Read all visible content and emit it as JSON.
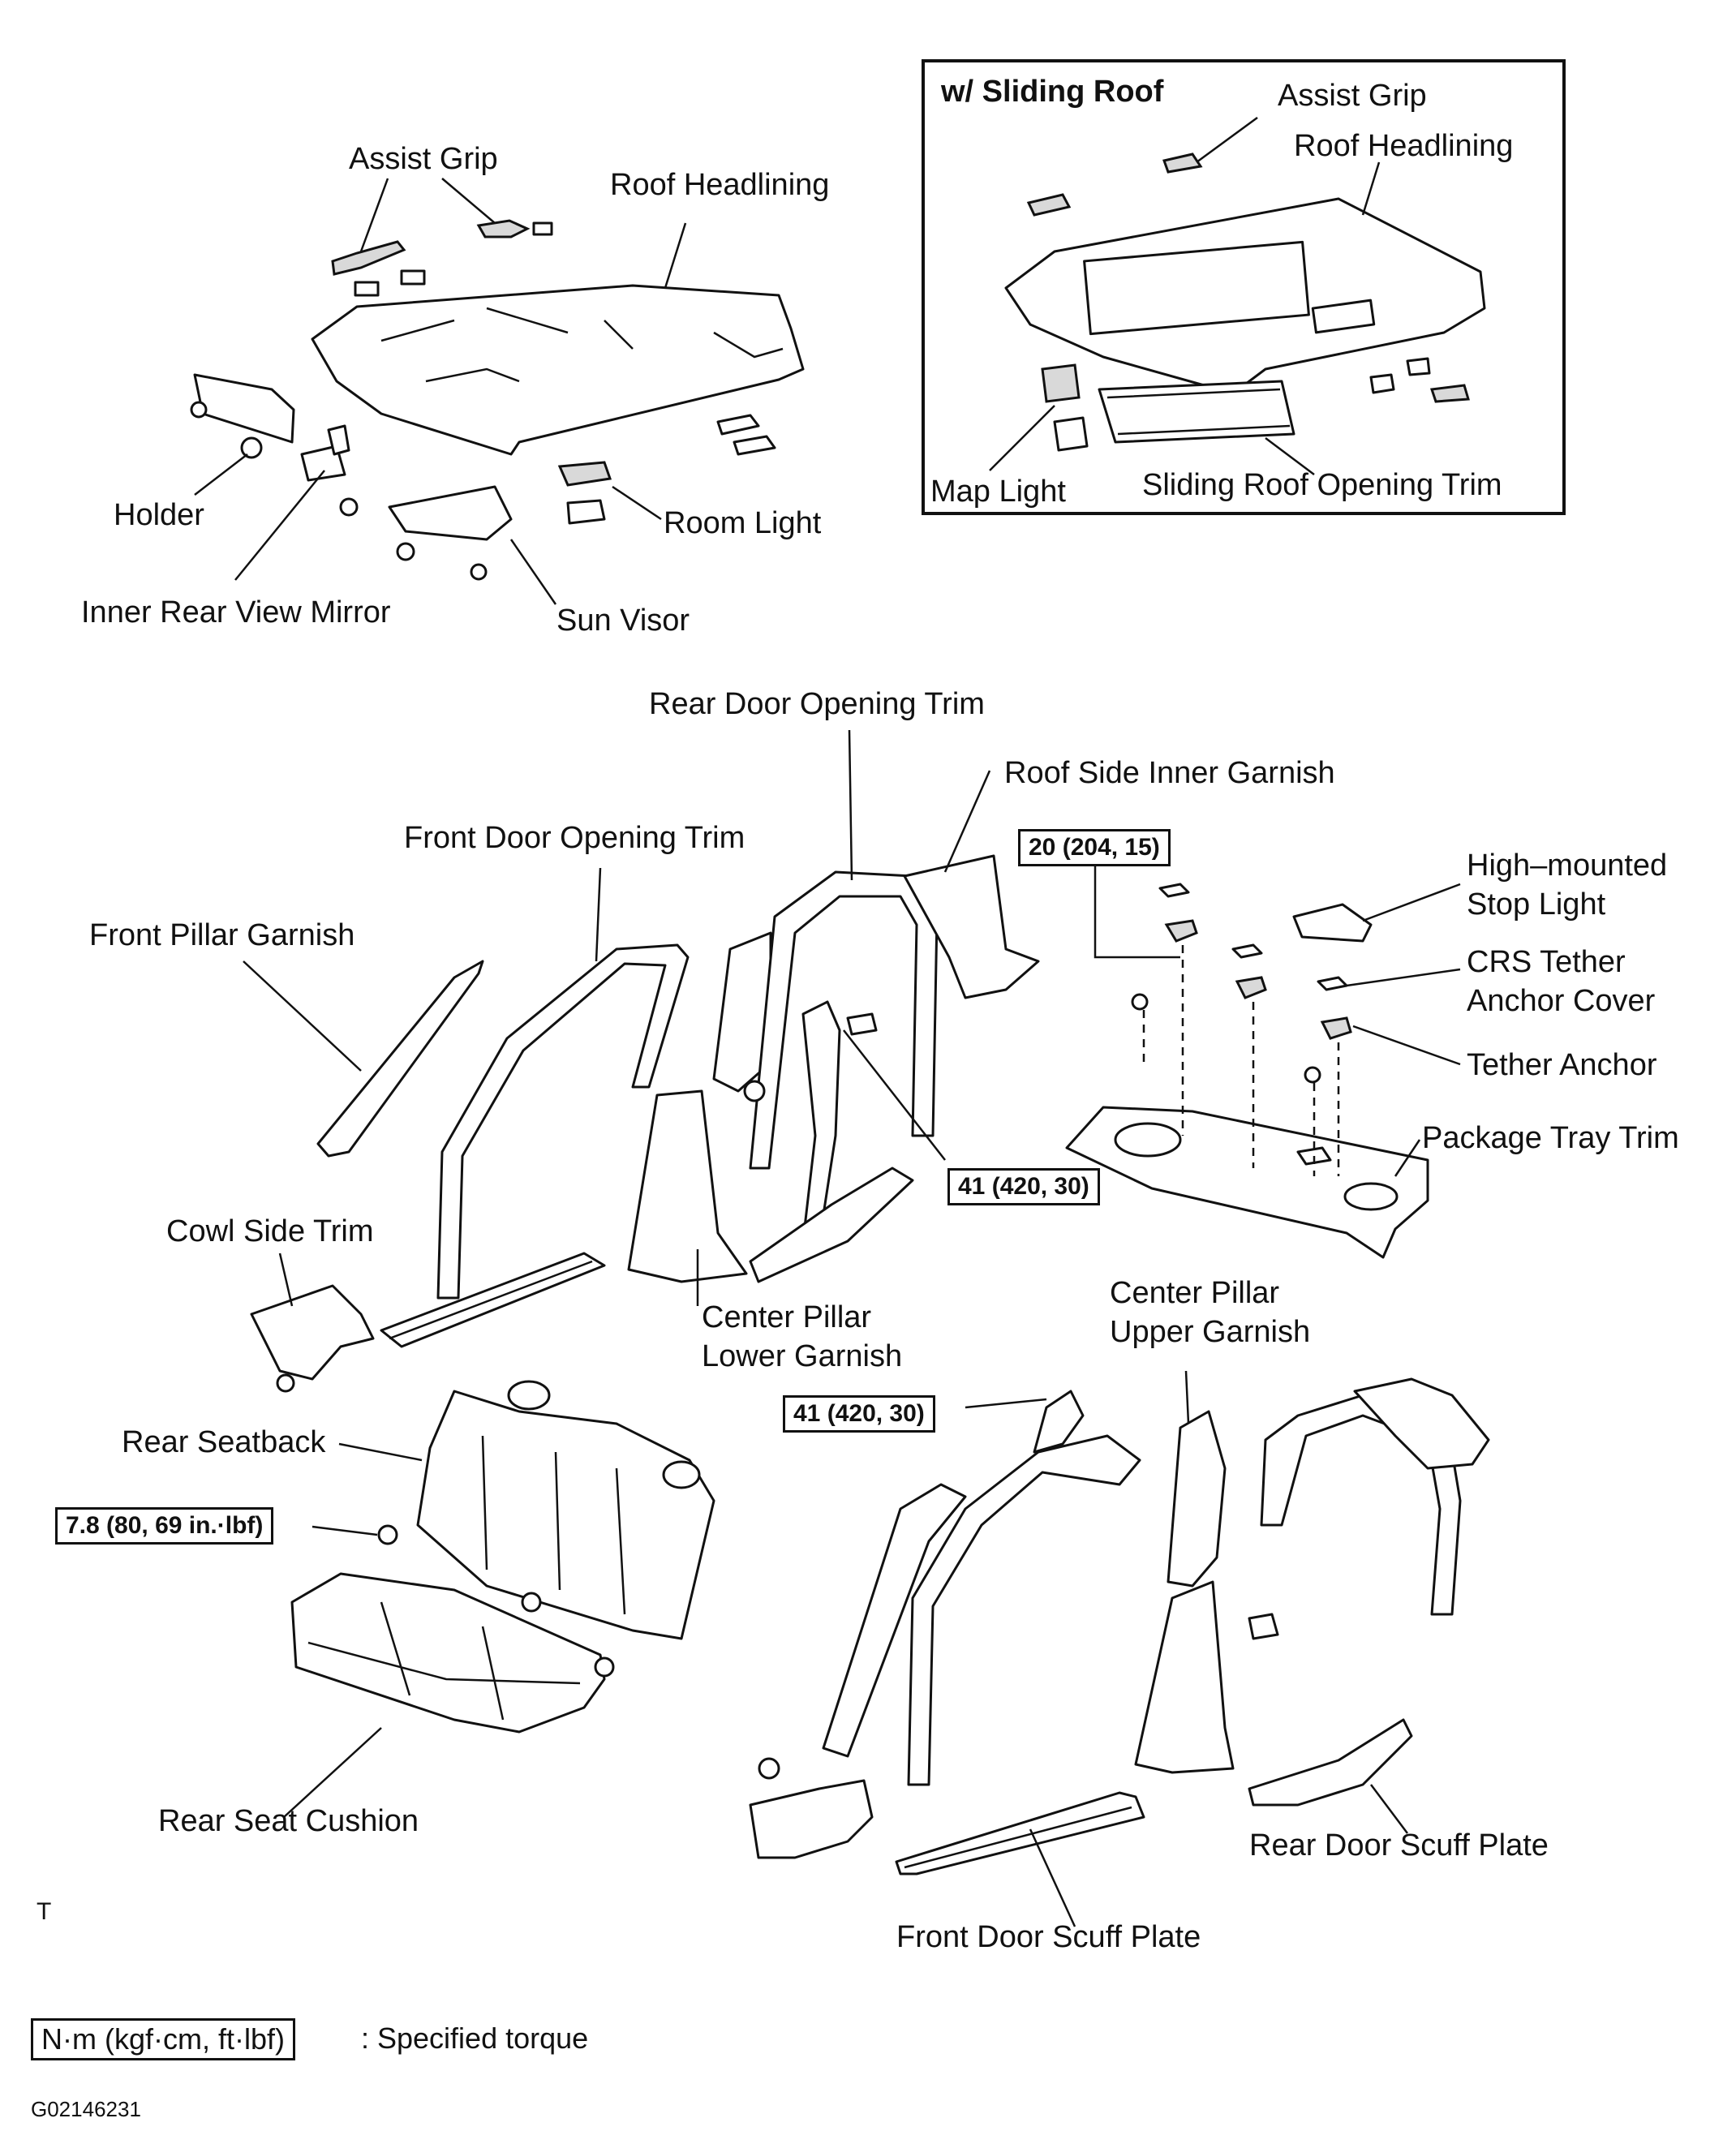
{
  "inset": {
    "title": "w/ Sliding Roof"
  },
  "labels": {
    "assist_grip": "Assist Grip",
    "roof_headlining": "Roof Headlining",
    "holder": "Holder",
    "room_light": "Room Light",
    "inner_rear_view_mirror": "Inner Rear View Mirror",
    "sun_visor": "Sun Visor",
    "inset_assist_grip": "Assist Grip",
    "inset_roof_headlining": "Roof Headlining",
    "map_light": "Map Light",
    "sliding_roof_opening_trim": "Sliding Roof Opening Trim",
    "rear_door_opening_trim": "Rear Door Opening Trim",
    "roof_side_inner_garnish": "Roof Side Inner Garnish",
    "front_door_opening_trim": "Front Door Opening Trim",
    "front_pillar_garnish": "Front Pillar Garnish",
    "high_mounted_stop_light": "High–mounted\nStop Light",
    "crs_tether_anchor_cover": "CRS Tether\nAnchor Cover",
    "tether_anchor": "Tether Anchor",
    "package_tray_trim": "Package Tray Trim",
    "cowl_side_trim": "Cowl Side Trim",
    "center_pillar_lower_garnish": "Center Pillar\nLower Garnish",
    "center_pillar_upper_garnish": "Center Pillar\nUpper Garnish",
    "rear_seatback": "Rear Seatback",
    "rear_seat_cushion": "Rear Seat Cushion",
    "rear_door_scuff_plate": "Rear Door Scuff Plate",
    "front_door_scuff_plate": "Front Door Scuff Plate"
  },
  "torques": {
    "tether": "20 (204, 15)",
    "belt_upper": "41 (420, 30)",
    "belt_lower": "41 (420, 30)",
    "seatback": "7.8 (80, 69 in.·lbf)"
  },
  "legend": {
    "box": "N·m (kgf·cm, ft·lbf)",
    "text": ": Specified torque"
  },
  "footer": {
    "mark": "T",
    "code": "G02146231"
  }
}
